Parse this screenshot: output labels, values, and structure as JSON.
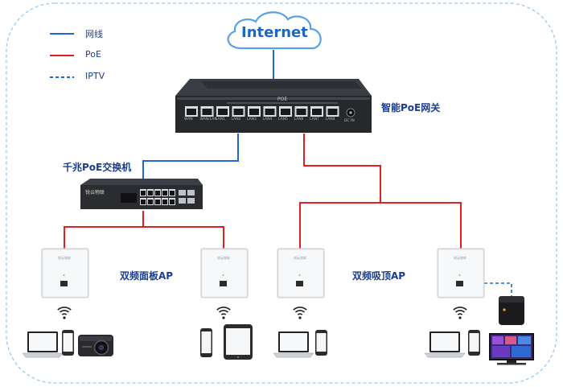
{
  "legend": {
    "items": [
      {
        "label": "网线",
        "color": "#1e66d0",
        "style": "solid"
      },
      {
        "label": "PoE",
        "color": "#e02020",
        "style": "solid"
      },
      {
        "label": "IPTV",
        "color": "#1e66d0",
        "style": "dashed"
      }
    ]
  },
  "cloud": {
    "label": "Internet"
  },
  "gateway": {
    "label": "智能PoE网关",
    "brand_strip": "POE",
    "ports": [
      "WAN",
      "WAN/LAN",
      "LAN1",
      "LAN2",
      "LAN3",
      "LAN4",
      "LAN5",
      "LAN6",
      "LAN7",
      "LAN8",
      "DC IN"
    ]
  },
  "switch": {
    "label": "千兆PoE交换机",
    "brand": "锐云物联"
  },
  "panel_ap": {
    "label": "双频面板AP"
  },
  "ceiling_ap": {
    "label": "双频吸顶AP"
  },
  "ap_brand": "锐云物联",
  "colors": {
    "ethernet": "#1e66d0",
    "poe": "#e02020",
    "border": "#9cc8ee",
    "label": "#1a3d8f"
  }
}
